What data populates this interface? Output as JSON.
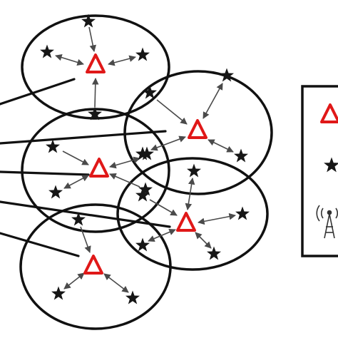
{
  "diagram": {
    "type": "wireless-sensor-network-clusters",
    "clusters": [
      {
        "id": "c1",
        "members": 5
      },
      {
        "id": "c2",
        "members": 6
      },
      {
        "id": "c3",
        "members": 4
      },
      {
        "id": "c4",
        "members": 6
      },
      {
        "id": "c5",
        "members": 4
      }
    ],
    "legend": {
      "items": [
        {
          "symbol": "cluster-head",
          "icon": "red-triangle-icon",
          "label": ""
        },
        {
          "symbol": "sensor-node",
          "icon": "black-star-icon",
          "label": ""
        },
        {
          "symbol": "base-station",
          "icon": "antenna-tower-icon",
          "label": ""
        }
      ]
    },
    "colors": {
      "cluster_head": "#e01818",
      "sensor_node": "#161616",
      "outline": "#111111"
    }
  }
}
